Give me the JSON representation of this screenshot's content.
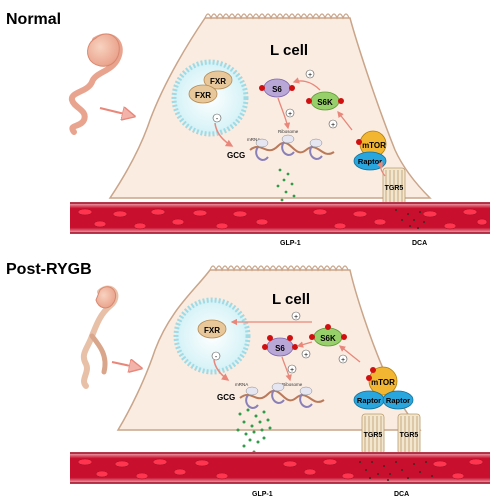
{
  "panels": [
    {
      "condition": "Normal",
      "cell_title": "L cell",
      "nucleus_labels": [
        "FXR",
        "FXR"
      ],
      "s6": "S6",
      "s6k": "S6K",
      "mtor": "mTOR",
      "raptor": "Raptor",
      "ribosome": "Ribosome",
      "mrna": "mRNA",
      "gene": "GCG",
      "plus": "+",
      "minus": "-",
      "receptor": "TGR5",
      "hormone": "GLP-1",
      "bile_acid": "DCA"
    },
    {
      "condition": "Post-RYGB",
      "cell_title": "L cell",
      "nucleus_labels": [
        "FXR"
      ],
      "s6": "S6",
      "s6k": "S6K",
      "mtor": "mTOR",
      "raptor_left": "Raptor",
      "raptor_right": "Raptor",
      "ribosome": "Ribosome",
      "mrna": "mRNA",
      "gene": "GCG",
      "plus": "+",
      "minus": "-",
      "receptor_left": "TGR5",
      "receptor_right": "TGR5",
      "hormone": "GLP-1",
      "bile_acid": "DCA"
    }
  ],
  "colors": {
    "cell_fill": "#fbece2",
    "cell_stroke": "#c9a58a",
    "nucleus_fill": "#d8f4f8",
    "nucleus_stroke": "#9fdbe5",
    "fxr": "#e8c89a",
    "s6": "#b9a7d8",
    "s6k": "#97cf6a",
    "mtor": "#f2b632",
    "raptor": "#2aa6de",
    "vessel": "#c8102e",
    "rbc": "#e0203a",
    "glp1": "#2e9c48",
    "arrow": "#e8877a",
    "phospho": "#d01010"
  }
}
